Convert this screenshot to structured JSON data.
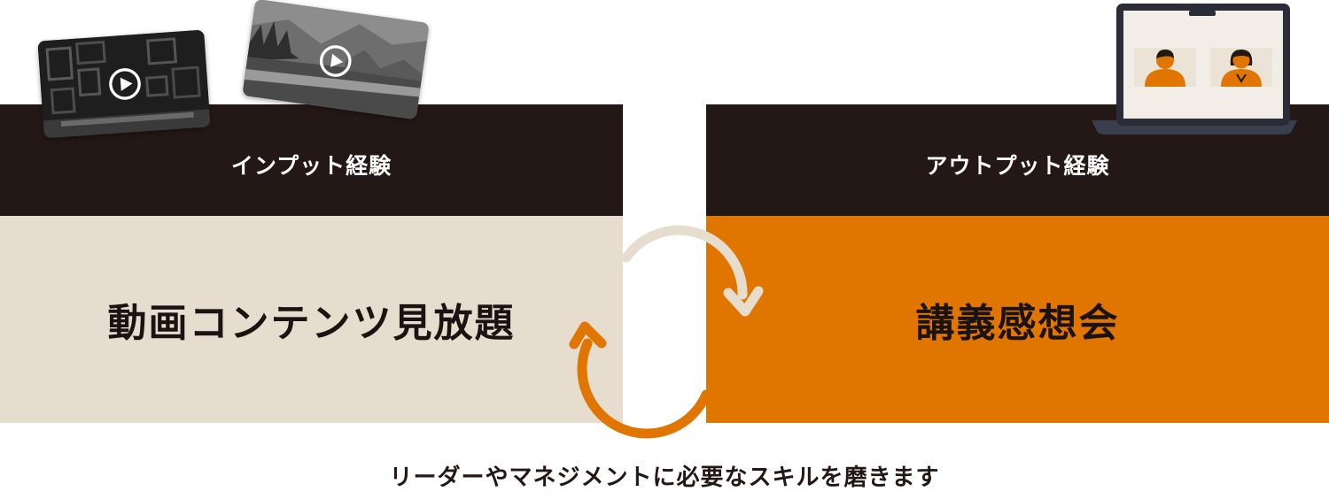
{
  "input": {
    "header": "インプット経験",
    "title": "動画コンテンツ見放題"
  },
  "output": {
    "header": "アウトプット経験",
    "title": "講義感想会"
  },
  "tagline": "リーダーやマネジメントに必要なスキルを磨きます",
  "icons": {
    "video_thumbnails": [
      "play-icon",
      "play-icon"
    ],
    "laptop": "laptop-icon",
    "participants": [
      "person-icon",
      "person-icon"
    ],
    "cycle": [
      "cycle-arrow-icon",
      "cycle-arrow-icon"
    ]
  },
  "colors": {
    "header_bg": "#231815",
    "input_bg": "#e6ddcf",
    "output_bg": "#e07500",
    "arrow_light": "#e6ddcf",
    "arrow_orange": "#e07500"
  }
}
